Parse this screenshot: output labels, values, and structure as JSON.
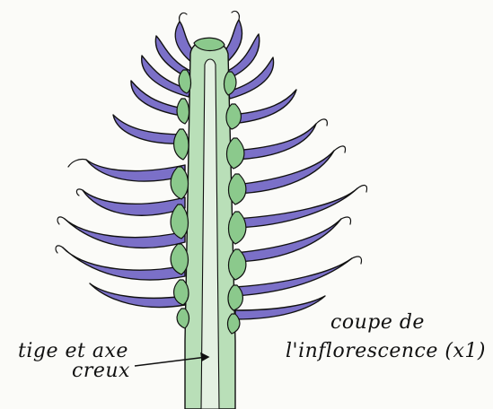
{
  "labels": {
    "left_line1": "tige et axe",
    "left_line2": "creux",
    "right_line1": "coupe de",
    "right_line2": "l'inflorescence (x1)"
  },
  "colors": {
    "flower": "#7b70c8",
    "flower_dark": "#5a4fa8",
    "stem": "#b9dfb8",
    "stem_dark": "#8cca8a",
    "segment": "#8bc98c",
    "ink": "#111111",
    "paper": "#fbfbf8"
  }
}
